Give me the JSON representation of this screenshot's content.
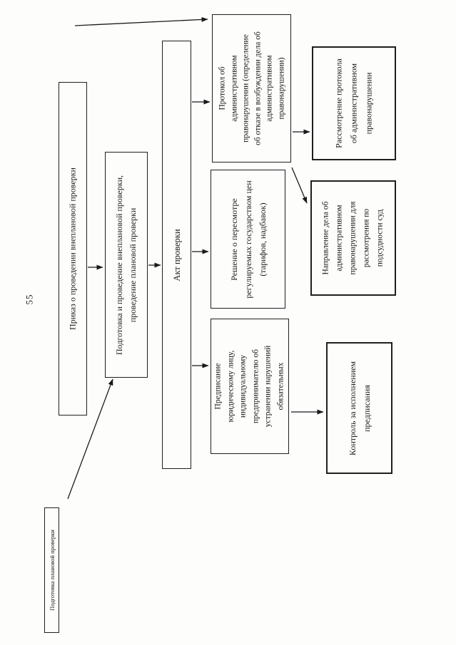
{
  "page": {
    "number": "55"
  },
  "nodes": [
    {
      "id": "order-unplanned-inspection",
      "text": "Приказ о проведении внеплановой проверки"
    },
    {
      "id": "prepare-conduct-inspection",
      "text": "Подготовка и проведение внеплановой проверки,\nпроведение плановой проверки"
    },
    {
      "id": "inspection-act",
      "text": "Акт проверки"
    },
    {
      "id": "admin-offence-protocol",
      "text": "Протокол об\nадминистративном\nправонарушении (определение\nоб отказе в возбуждении дела об\nадминистративном\nправонарушении)"
    },
    {
      "id": "protocol-review",
      "text": "Рассмотрение протокола\nоб административном\nправонарушении"
    },
    {
      "id": "price-revision-decision",
      "text": "Решение  о пересмотре\nрегулируемых государством цен\n(тарифов, надбавок)"
    },
    {
      "id": "case-referral-court",
      "text": "Направление дела об\nадминистративном\nправонарушении для\nрассмотрения по\nподсудности суд"
    },
    {
      "id": "prescription",
      "text": "Предписание\nюридическому лицу,\nиндивидуальному\nпредпринимателю об\nустранении нарушений\nобязательных"
    },
    {
      "id": "prescription-control",
      "text": "Контроль за исполнением\nпредписания"
    },
    {
      "id": "planned-inspection-prep",
      "text": "Подготовка плановой проверки"
    }
  ],
  "edges": [
    {
      "from": "top-left",
      "to": "admin-offence-protocol"
    },
    {
      "from": "order-unplanned-inspection",
      "to": "prepare-conduct-inspection"
    },
    {
      "from": "prepare-conduct-inspection",
      "to": "inspection-act"
    },
    {
      "from": "inspection-act",
      "to": "admin-offence-protocol"
    },
    {
      "from": "inspection-act",
      "to": "price-revision-decision"
    },
    {
      "from": "inspection-act",
      "to": "prescription"
    },
    {
      "from": "admin-offence-protocol",
      "to": "protocol-review"
    },
    {
      "from": "admin-offence-protocol",
      "to": "case-referral-court"
    },
    {
      "from": "prescription",
      "to": "prescription-control"
    },
    {
      "from": "planned-inspection-prep",
      "to": "prepare-conduct-inspection"
    }
  ]
}
